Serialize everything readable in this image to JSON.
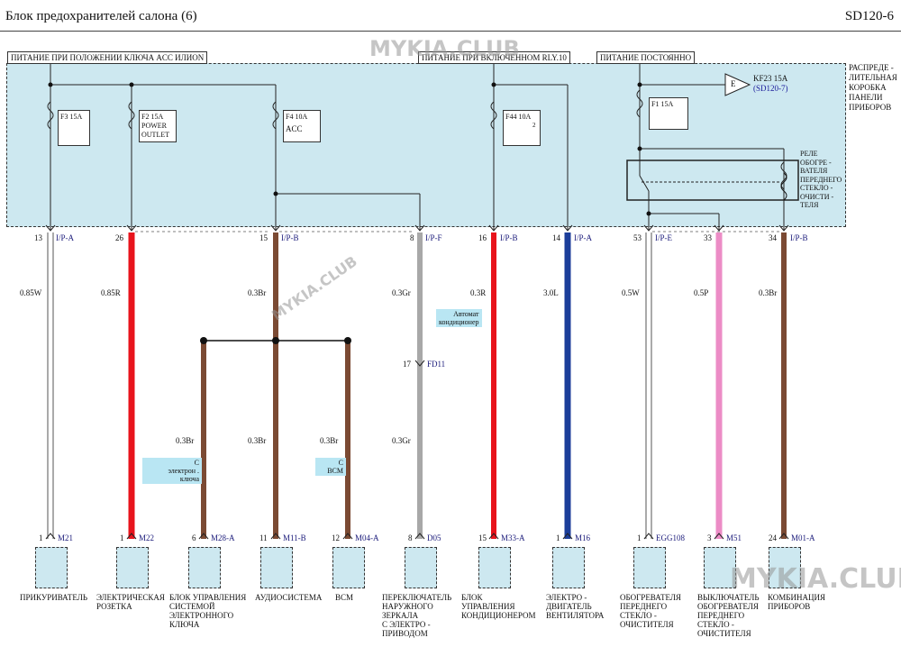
{
  "header": {
    "title": "Блок  предохранителей    салона (6)",
    "code": "SD120-6"
  },
  "sections": {
    "acc_on": "ПИТАНИЕ ПРИ ПОЛОЖЕНИИ  КЛЮЧА ACC ИЛИON",
    "rly10": "ПИТАНИЕ ПРИ ВКЛЮЧЕННОМ RLY.10",
    "constant": "ПИТАНИЕ ПОСТОЯННО"
  },
  "box_label": [
    "РАСПРЕДЕ -",
    "ЛИТЕЛЬНАЯ",
    "КОРОБКА",
    "ПАНЕЛИ",
    "ПРИБОРОВ"
  ],
  "fuses": {
    "f3": "F3 15A",
    "f2": [
      "F2 15A",
      "POWER",
      "OUTLET"
    ],
    "f4": [
      "F4 10A",
      "ACC"
    ],
    "f44": "F44 10A",
    "f1": "F1 15A",
    "kf23": "KF23 15A",
    "kf23_ref": "(SD120-7)",
    "e_mark": "E",
    "sup2": "2"
  },
  "relay_label": [
    "РЕЛЕ",
    "ОБОГРЕ -",
    "ВАТЕЛЯ",
    "ПЕРЕДНЕГО",
    "СТЕКЛО -",
    "ОЧИСТИ -",
    "ТЕЛЯ"
  ],
  "pins": [
    {
      "num": "13",
      "conn": "I/P-A"
    },
    {
      "num": "26",
      "conn": ""
    },
    {
      "num": "15",
      "conn": "I/P-B"
    },
    {
      "num": "8",
      "conn": "I/P-F"
    },
    {
      "num": "16",
      "conn": "I/P-B"
    },
    {
      "num": "14",
      "conn": "I/P-A"
    },
    {
      "num": "53",
      "conn": "I/P-E"
    },
    {
      "num": "33",
      "conn": ""
    },
    {
      "num": "34",
      "conn": "I/P-B"
    }
  ],
  "wire_top": [
    "0.85W",
    "0.85R",
    "0.3Br",
    "0.3Gr",
    "0.3R",
    "3.0L",
    "0.5W",
    "0.5P",
    "0.3Br"
  ],
  "wire_bottom": [
    "0.3Br",
    "0.3Br",
    "0.3Br",
    "0.3Gr"
  ],
  "fd11": {
    "num": "17",
    "conn": "FD11"
  },
  "notes": {
    "aircon": [
      "Автомат",
      "кондиционер"
    ],
    "smart_key": [
      "С",
      "электрон .",
      "ключа"
    ],
    "bcm": [
      "С",
      "BCM"
    ]
  },
  "dest_pins": [
    {
      "num": "1",
      "conn": "M21"
    },
    {
      "num": "1",
      "conn": "M22"
    },
    {
      "num": "6",
      "conn": "M28-A"
    },
    {
      "num": "11",
      "conn": "M11-B"
    },
    {
      "num": "12",
      "conn": "M04-A"
    },
    {
      "num": "8",
      "conn": "D05"
    },
    {
      "num": "15",
      "conn": "M33-A"
    },
    {
      "num": "1",
      "conn": "M16"
    },
    {
      "num": "1",
      "conn": "EGG108"
    },
    {
      "num": "3",
      "conn": "M51"
    },
    {
      "num": "24",
      "conn": "M01-A"
    }
  ],
  "destinations": [
    [
      "ПРИКУРИВАТЕЛЬ"
    ],
    [
      "ЭЛЕКТРИЧЕСКАЯ",
      "РОЗЕТКА"
    ],
    [
      "БЛОК УПРАВЛЕНИЯ",
      "СИСТЕМОЙ",
      "ЭЛЕКТРОННОГО",
      "КЛЮЧА"
    ],
    [
      "АУДИОСИСТЕМА"
    ],
    [
      "BCM"
    ],
    [
      "ПЕРЕКЛЮЧАТЕЛЬ",
      "НАРУЖНОГО",
      "ЗЕРКАЛА",
      "С ЭЛЕКТРО -",
      "ПРИВОДОМ"
    ],
    [
      "БЛОК",
      "УПРАВЛЕНИЯ",
      "КОНДИЦИОНЕРОМ"
    ],
    [
      "ЭЛЕКТРО -",
      "ДВИГАТЕЛЬ",
      "ВЕНТИЛЯТОРА"
    ],
    [
      "ОБОГРЕВАТЕЛЯ",
      "ПЕРЕДНЕГО",
      "СТЕКЛО -",
      "ОЧИСТИТЕЛЯ"
    ],
    [
      "ВЫКЛЮЧАТЕЛЬ",
      "ОБОГРЕВАТЕЛЯ",
      "ПЕРЕДНЕГО",
      "СТЕКЛО -",
      "ОЧИСТИТЕЛЯ"
    ],
    [
      "КОМБИНАЦИЯ",
      "ПРИБОРОВ"
    ]
  ],
  "watermarks": [
    "MYKIA.CLUB",
    "MYKIA.CLUB",
    "MYKIA.CLUB"
  ],
  "colors": {
    "box_fill": "#cde8f0",
    "white": "#ffffff",
    "red": "#e8141c",
    "brown": "#7b4a33",
    "gray": "#a8a8a8",
    "blue": "#1c3e9a",
    "pink": "#ec8cc6"
  }
}
